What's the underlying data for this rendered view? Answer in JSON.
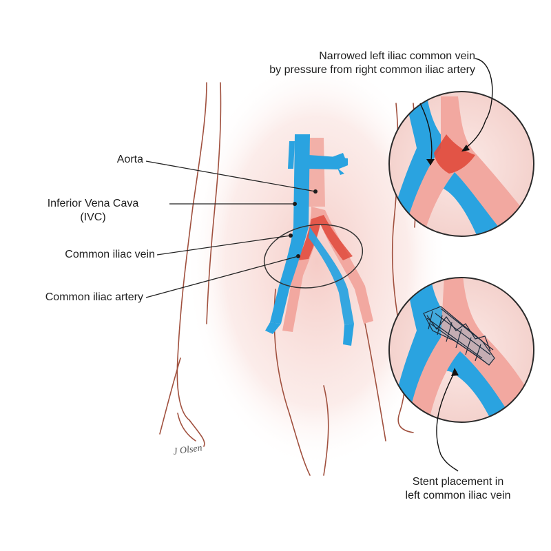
{
  "labels": {
    "aorta": "Aorta",
    "ivc_line1": "Inferior Vena Cava",
    "ivc_line2": "(IVC)",
    "common_iliac_vein": "Common iliac vein",
    "common_iliac_artery": "Common iliac artery",
    "narrowed_line1": "Narrowed left iliac common vein",
    "narrowed_line2": "by pressure from right common iliac artery",
    "stent_line1": "Stent placement in",
    "stent_line2": "left common iliac vein"
  },
  "signature": "J Olsen",
  "colors": {
    "vein": "#2aa3e0",
    "artery": "#f2a8a0",
    "artery_highlight": "#e04a3c",
    "skin_glow": "#f7d4cf",
    "outline": "#9a4a3a",
    "leader": "#222222"
  }
}
